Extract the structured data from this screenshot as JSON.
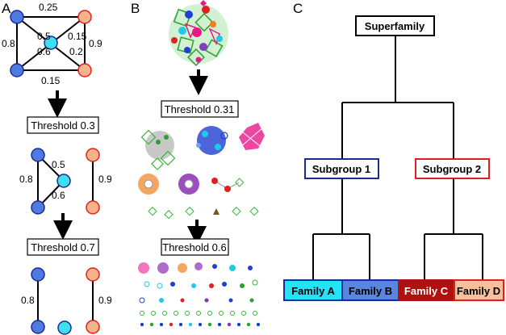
{
  "panels": {
    "a": {
      "label": "A",
      "graph_full": {
        "edge_weights": {
          "top": "0.25",
          "left": "0.8",
          "right": "0.9",
          "bottom": "0.15",
          "diag_upper_left": "0.5",
          "diag_upper_right": "0.15",
          "diag_lower_left": "0.6",
          "diag_lower_right": "0.2"
        }
      },
      "threshold_1": "Threshold 0.3",
      "graph_mid": {
        "edge_weights": {
          "left": "0.8",
          "upper": "0.5",
          "lower": "0.6",
          "right": "0.9"
        }
      },
      "threshold_2": "Threshold 0.7",
      "graph_final": {
        "edge_weights": {
          "left": "0.8",
          "right": "0.9"
        }
      }
    },
    "b": {
      "label": "B",
      "threshold_1": "Threshold 0.31",
      "threshold_2": "Threshold 0.6"
    },
    "c": {
      "label": "C",
      "root": "Superfamily",
      "subgroups": [
        "Subgroup 1",
        "Subgroup 2"
      ],
      "families": [
        "Family A",
        "Family B",
        "Family C",
        "Family D"
      ]
    }
  },
  "colors": {
    "blue_node": "#4f7be0",
    "cyan_node": "#3ee0ee",
    "orange_node": "#f4b38a",
    "red_outline": "#e0201c",
    "navy": "#1a2a9a",
    "family_a": "#22e4f4",
    "family_b": "#5a86e2",
    "family_c": "#b01010",
    "family_d": "#f8c09a"
  }
}
